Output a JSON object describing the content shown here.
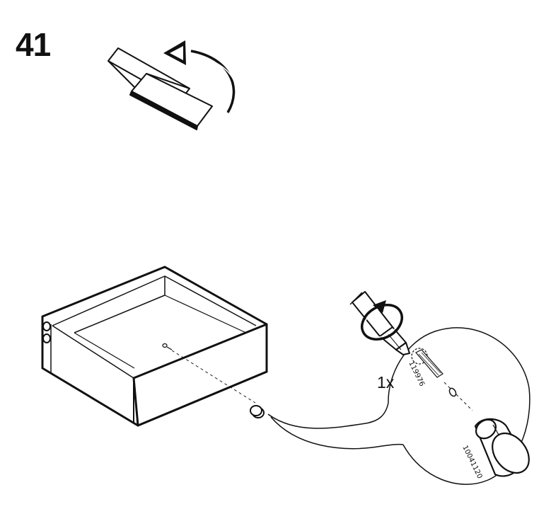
{
  "step": {
    "number": "41"
  },
  "parts": {
    "quantity_label": "1x",
    "screw_part_number": "119976",
    "knob_part_number": "10041120"
  },
  "icons": {
    "flip": "rotate-arrow-icon",
    "rotate_screwdriver": "rotate-clockwise-icon"
  },
  "colors": {
    "line": "#111111",
    "background": "#ffffff"
  }
}
